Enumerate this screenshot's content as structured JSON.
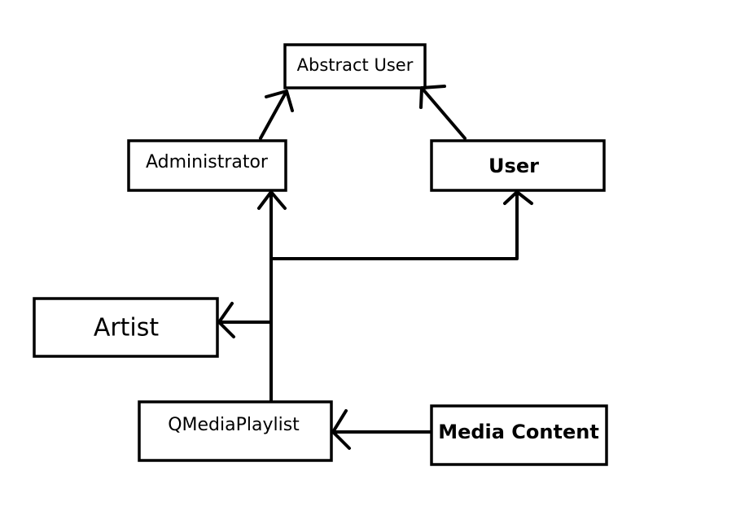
{
  "diagram": {
    "nodes": [
      {
        "id": "abstract-user",
        "label": "Abstract User",
        "bold": false
      },
      {
        "id": "administrator",
        "label": "Administrator",
        "bold": false
      },
      {
        "id": "user",
        "label": "User",
        "bold": true
      },
      {
        "id": "artist",
        "label": "Artist",
        "bold": false
      },
      {
        "id": "qmediaplaylist",
        "label": "QMediaPlaylist",
        "bold": false
      },
      {
        "id": "media-content",
        "label": "Media Content",
        "bold": true
      }
    ],
    "edges": [
      {
        "from": "administrator",
        "to": "abstract-user"
      },
      {
        "from": "user",
        "to": "abstract-user"
      },
      {
        "from": "qmediaplaylist",
        "to": "administrator"
      },
      {
        "from": "qmediaplaylist",
        "to": "user"
      },
      {
        "from": "qmediaplaylist",
        "to": "artist"
      },
      {
        "from": "media-content",
        "to": "qmediaplaylist"
      }
    ],
    "colors": {
      "stroke": "#000000",
      "background": "#ffffff"
    }
  }
}
